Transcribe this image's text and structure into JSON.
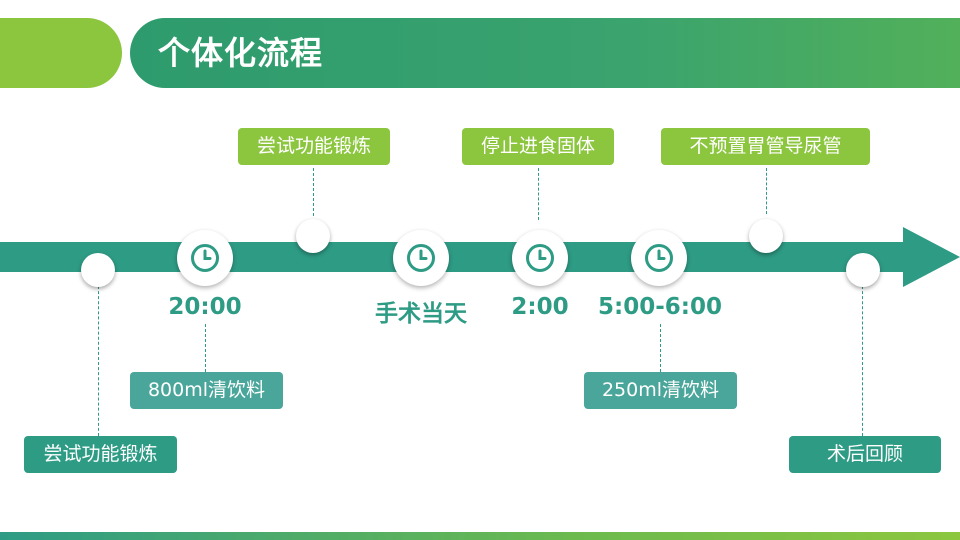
{
  "header": {
    "title": "个体化流程"
  },
  "top_boxes": [
    {
      "label": "尝试功能锻炼"
    },
    {
      "label": "停止进食固体"
    },
    {
      "label": "不预置胃管导尿管"
    }
  ],
  "bottom_boxes": [
    {
      "label": "尝试功能锻炼"
    },
    {
      "label": "800ml清饮料"
    },
    {
      "label": "250ml清饮料"
    },
    {
      "label": "术后回顾"
    }
  ],
  "time_labels": [
    "20:00",
    "手术当天",
    "2:00",
    "5:00-6:00"
  ],
  "colors": {
    "teal": "#2e9b85",
    "green": "#8cc63f",
    "header": "#2e9b6e"
  },
  "icons": [
    "clock-icon"
  ]
}
